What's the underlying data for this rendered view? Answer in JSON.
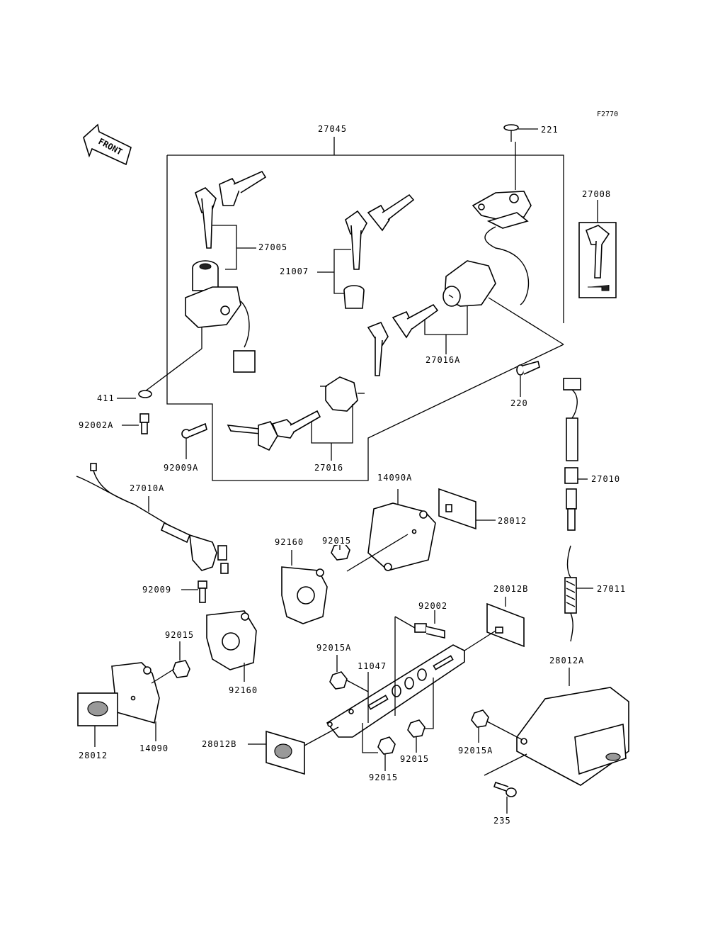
{
  "figure_code": "F2770",
  "front_label": "FRONT",
  "labels": {
    "p27045": "27045",
    "p221": "221",
    "p27008": "27008",
    "p27005": "27005",
    "p21007": "21007",
    "p27016A": "27016A",
    "p220": "220",
    "p411": "411",
    "p92002A": "92002A",
    "p92009A": "92009A",
    "p27016": "27016",
    "p27010A": "27010A",
    "p14090A": "14090A",
    "p28012_top": "28012",
    "p27010": "27010",
    "p92160_a": "92160",
    "p92015_a": "92015",
    "p92009": "92009",
    "p28012B_a": "28012B",
    "p27011": "27011",
    "p92002": "92002",
    "p92015_b": "92015",
    "p92015A_a": "92015A",
    "p11047": "11047",
    "p28012A": "28012A",
    "p92160_b": "92160",
    "p28012_bot": "28012",
    "p14090": "14090",
    "p28012B_b": "28012B",
    "p92015_c": "92015",
    "p92015_d": "92015",
    "p92015A_b": "92015A",
    "p235": "235"
  }
}
